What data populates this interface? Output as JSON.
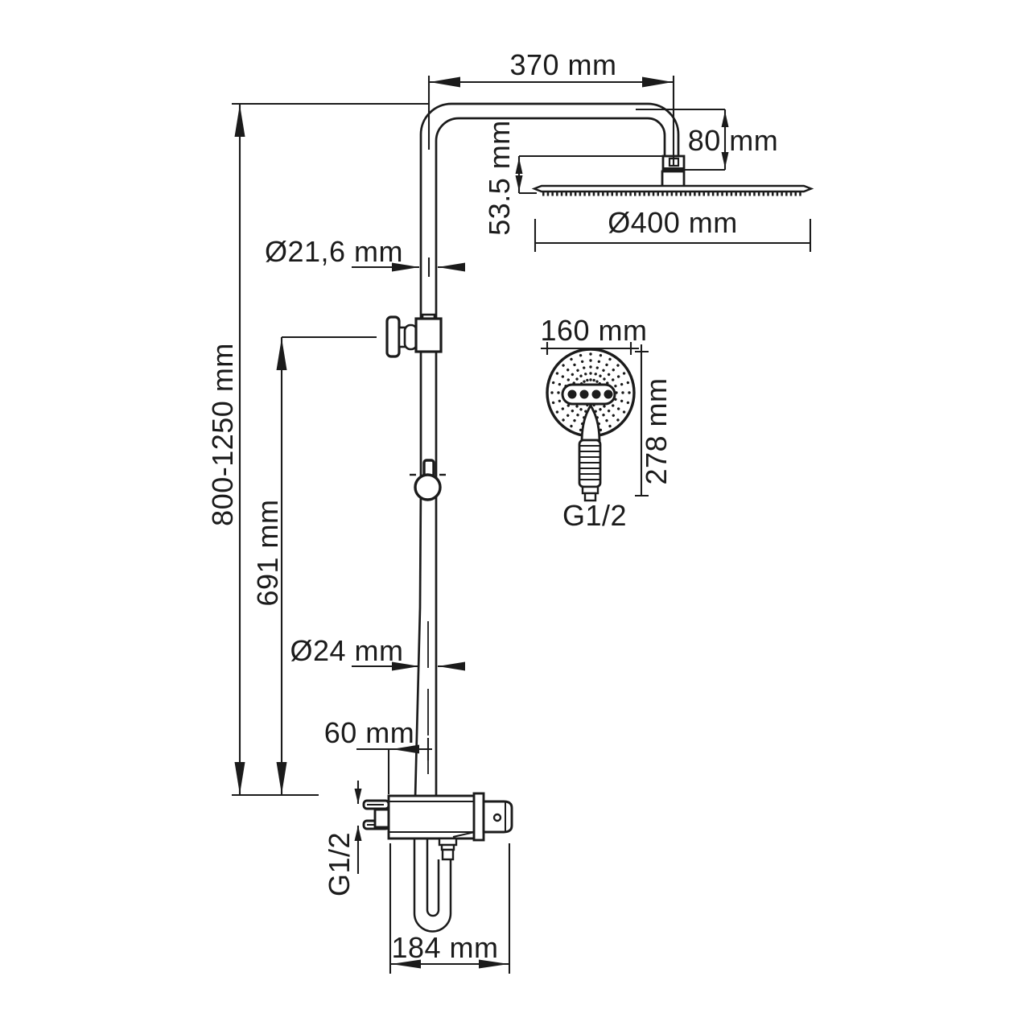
{
  "colors": {
    "background": "#ffffff",
    "line": "#1b1b1b"
  },
  "dimensions": {
    "arm_length": "370 mm",
    "head_drop": "80 mm",
    "head_plate_offset": "53.5 mm",
    "head_diameter": "Ø400 mm",
    "upper_pipe_diameter": "Ø21,6 mm",
    "column_height_range": "800-1250 mm",
    "slide_bar_height": "691 mm",
    "hand_shower_diameter": "160 mm",
    "hand_shower_length": "278 mm",
    "hand_shower_thread": "G1/2",
    "lower_pipe_diameter": "Ø24 mm",
    "wall_offset": "60 mm",
    "inlet_thread": "G1/2",
    "mixer_width": "184 mm"
  }
}
